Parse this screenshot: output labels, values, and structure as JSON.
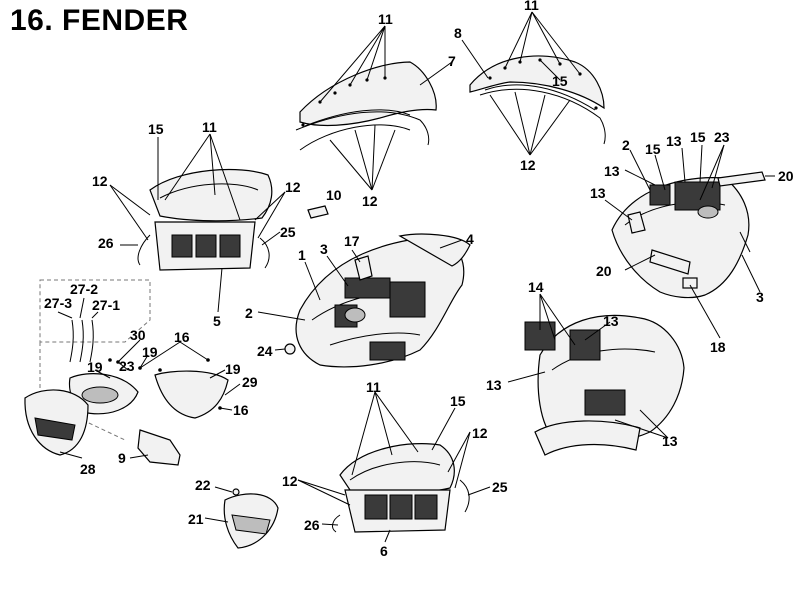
{
  "page": {
    "title": "16. FENDER"
  },
  "callouts": [
    {
      "id": "c11a",
      "label": "11"
    },
    {
      "id": "c7",
      "label": "7"
    },
    {
      "id": "c10",
      "label": "10"
    },
    {
      "id": "c12a",
      "label": "12"
    },
    {
      "id": "c11b",
      "label": "11"
    },
    {
      "id": "c8",
      "label": "8"
    },
    {
      "id": "c15a",
      "label": "15"
    },
    {
      "id": "c12b",
      "label": "12"
    },
    {
      "id": "c15b",
      "label": "15"
    },
    {
      "id": "c11c",
      "label": "11"
    },
    {
      "id": "c12c",
      "label": "12"
    },
    {
      "id": "c12d",
      "label": "12"
    },
    {
      "id": "c26a",
      "label": "26"
    },
    {
      "id": "c25a",
      "label": "25"
    },
    {
      "id": "c5",
      "label": "5"
    },
    {
      "id": "c17",
      "label": "17"
    },
    {
      "id": "c4",
      "label": "4"
    },
    {
      "id": "c1",
      "label": "1"
    },
    {
      "id": "c3a",
      "label": "3"
    },
    {
      "id": "c2a",
      "label": "2"
    },
    {
      "id": "c24",
      "label": "24"
    },
    {
      "id": "c2b",
      "label": "2"
    },
    {
      "id": "c15c",
      "label": "15"
    },
    {
      "id": "c13a",
      "label": "13"
    },
    {
      "id": "c15d",
      "label": "15"
    },
    {
      "id": "c23a",
      "label": "23"
    },
    {
      "id": "c13b",
      "label": "13"
    },
    {
      "id": "c13c",
      "label": "13"
    },
    {
      "id": "c20a",
      "label": "20"
    },
    {
      "id": "c20b",
      "label": "20"
    },
    {
      "id": "c3b",
      "label": "3"
    },
    {
      "id": "c18",
      "label": "18"
    },
    {
      "id": "c14",
      "label": "14"
    },
    {
      "id": "c13d",
      "label": "13"
    },
    {
      "id": "c13e",
      "label": "13"
    },
    {
      "id": "c13f",
      "label": "13"
    },
    {
      "id": "c27-2",
      "label": "27-2"
    },
    {
      "id": "c27-3",
      "label": "27-3"
    },
    {
      "id": "c27-1",
      "label": "27-1"
    },
    {
      "id": "c30",
      "label": "30"
    },
    {
      "id": "c16a",
      "label": "16"
    },
    {
      "id": "c19a",
      "label": "19"
    },
    {
      "id": "c23b",
      "label": "23"
    },
    {
      "id": "c19b",
      "label": "19"
    },
    {
      "id": "c19c",
      "label": "19"
    },
    {
      "id": "c29",
      "label": "29"
    },
    {
      "id": "c16b",
      "label": "16"
    },
    {
      "id": "c28",
      "label": "28"
    },
    {
      "id": "c9",
      "label": "9"
    },
    {
      "id": "c22",
      "label": "22"
    },
    {
      "id": "c21",
      "label": "21"
    },
    {
      "id": "c11d",
      "label": "11"
    },
    {
      "id": "c15e",
      "label": "15"
    },
    {
      "id": "c12e",
      "label": "12"
    },
    {
      "id": "c12f",
      "label": "12"
    },
    {
      "id": "c25b",
      "label": "25"
    },
    {
      "id": "c26b",
      "label": "26"
    },
    {
      "id": "c6",
      "label": "6"
    }
  ]
}
